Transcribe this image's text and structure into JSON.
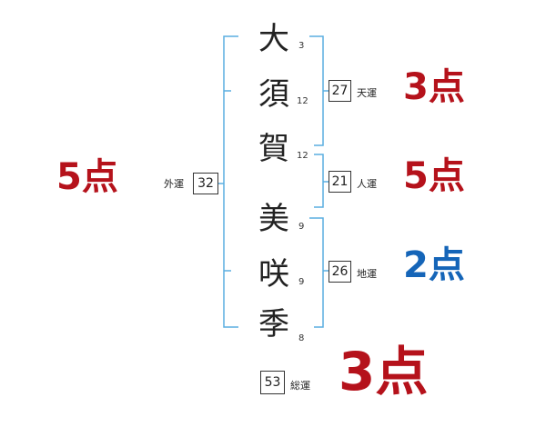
{
  "name_chars": [
    {
      "char": "大",
      "strokes": "3"
    },
    {
      "char": "須",
      "strokes": "12"
    },
    {
      "char": "賀",
      "strokes": "12"
    },
    {
      "char": "美",
      "strokes": "9"
    },
    {
      "char": "咲",
      "strokes": "9"
    },
    {
      "char": "季",
      "strokes": "8"
    }
  ],
  "fortunes": {
    "tenkaku": {
      "label": "天運",
      "value": "27",
      "score": "3点",
      "color": "#b5121b"
    },
    "jinkaku": {
      "label": "人運",
      "value": "21",
      "score": "5点",
      "color": "#b5121b"
    },
    "chikaku": {
      "label": "地運",
      "value": "26",
      "score": "2点",
      "color": "#1565b8"
    },
    "gaikaku": {
      "label": "外運",
      "value": "32",
      "score": "5点",
      "color": "#b5121b"
    },
    "soukaku": {
      "label": "総運",
      "value": "53",
      "score": "3点",
      "color": "#b5121b"
    }
  },
  "colors": {
    "bracket": "#5aaee0"
  }
}
